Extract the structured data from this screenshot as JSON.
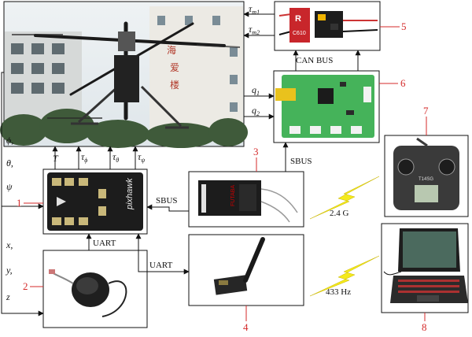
{
  "diagram": {
    "numbers": {
      "n1": "1",
      "n2": "2",
      "n3": "3",
      "n4": "4",
      "n5": "5",
      "n6": "6",
      "n7": "7",
      "n8": "8"
    },
    "labels": {
      "can_bus": "CAN BUS",
      "sbus_top": "SBUS",
      "sbus_left": "SBUS",
      "uart_top": "UART",
      "uart_bottom": "UART",
      "freq_rc": "2.4 G",
      "freq_telemetry": "433 Hz"
    },
    "signals": {
      "tau_m1": "τ",
      "tau_m1_sub": "m1",
      "tau_m2": "τ",
      "tau_m2_sub": "m2",
      "q1": "q",
      "q1_sub": "1",
      "q2": "q",
      "q2_sub": "2",
      "T": "T",
      "tau_phi": "τ",
      "tau_phi_sub": "ϕ",
      "tau_theta": "τ",
      "tau_theta_sub": "θ",
      "tau_psi": "τ",
      "tau_psi_sub": "ψ",
      "state_phi": "ϕ,",
      "state_theta": "θ,",
      "state_psi": "ψ",
      "state_x": "x,",
      "state_y": "y,",
      "state_z": "z"
    },
    "device_text": {
      "motor_driver": "C610",
      "flight_controller": "pixhawk",
      "building_sign": "海 爱 楼",
      "receiver_brand": "FUTABA",
      "transmitter_model": "T14SG"
    },
    "colors": {
      "number_red": "#d42a2a",
      "lightning_yellow": "#f4ea1c",
      "line": "#111111"
    }
  }
}
